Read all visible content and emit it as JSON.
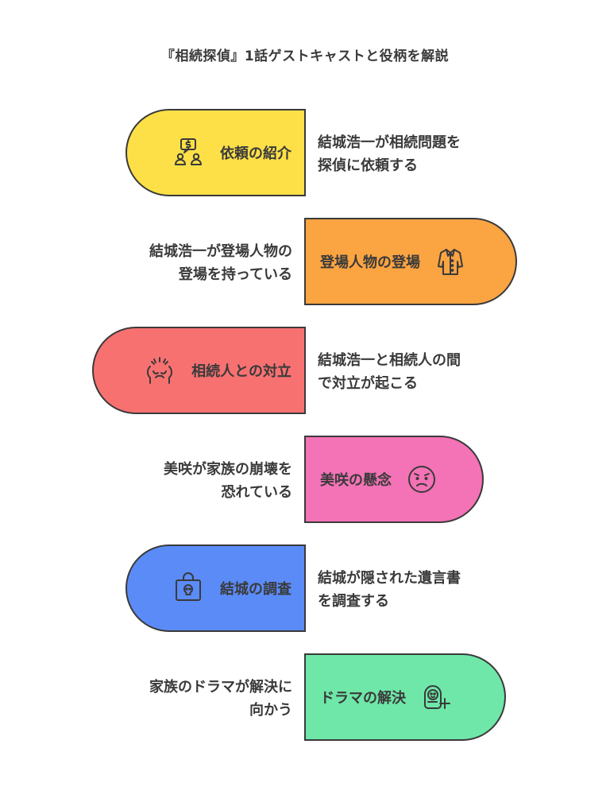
{
  "title": "『相続探偵』1話ゲストキャストと役柄を解説",
  "colors": {
    "outline": "#3a3a3a",
    "step1": "#fde047",
    "step2": "#fba442",
    "step3": "#f87171",
    "step4": "#f472b6",
    "step5": "#5b8bf7",
    "step6": "#6ee7a8"
  },
  "steps": [
    {
      "label": "依頼の紹介",
      "icon": "money-request-icon",
      "desc": [
        "結城浩一が相続問題を",
        "探偵に依頼する"
      ]
    },
    {
      "label": "登場人物の登場",
      "icon": "shirt-icon",
      "desc": [
        "結城浩一が登場人物の",
        "登場を持っている"
      ]
    },
    {
      "label": "相続人との対立",
      "icon": "stressed-head-icon",
      "desc": [
        "結城浩一と相続人の間",
        "で対立が起こる"
      ]
    },
    {
      "label": "美咲の懸念",
      "icon": "worried-face-icon",
      "desc": [
        "美咲が家族の崩壊を",
        "恐れている"
      ]
    },
    {
      "label": "結城の調査",
      "icon": "toxic-bag-icon",
      "desc": [
        "結城が隠された遺言書",
        "を調査する"
      ]
    },
    {
      "label": "ドラマの解決",
      "icon": "baby-care-icon",
      "desc": [
        "家族のドラマが解決に",
        "向かう"
      ]
    }
  ]
}
